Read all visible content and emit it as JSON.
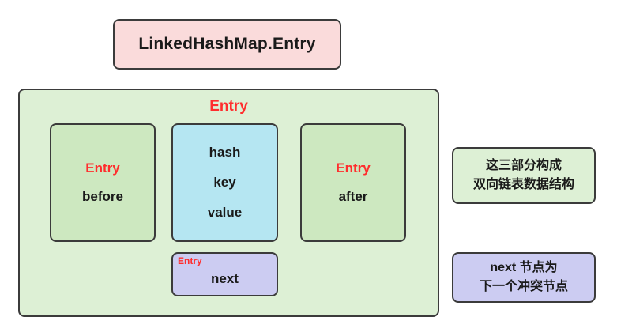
{
  "diagram": {
    "title_box": {
      "label": "LinkedHashMap.Entry"
    },
    "entry_container": {
      "label": "Entry",
      "fields": {
        "before": {
          "tag": "Entry",
          "name": "before"
        },
        "middle": {
          "line1": "hash",
          "line2": "key",
          "line3": "value"
        },
        "after": {
          "tag": "Entry",
          "name": "after"
        },
        "next": {
          "tag": "Entry",
          "name": "next"
        }
      }
    },
    "notes": [
      {
        "line1": "这三部分构成",
        "line2": "双向链表数据结构"
      },
      {
        "line1": "next 节点为",
        "line2": "下一个冲突节点"
      }
    ],
    "colors": {
      "title_bg": "#fadbdb",
      "container_bg": "#ddf0d5",
      "green_box_bg": "#cde8c0",
      "blue_box_bg": "#b5e6f2",
      "purple_box_bg": "#ccccf2",
      "border": "#3b3b3b",
      "accent_red": "#ff2d2d",
      "text": "#1a1a1a"
    }
  }
}
